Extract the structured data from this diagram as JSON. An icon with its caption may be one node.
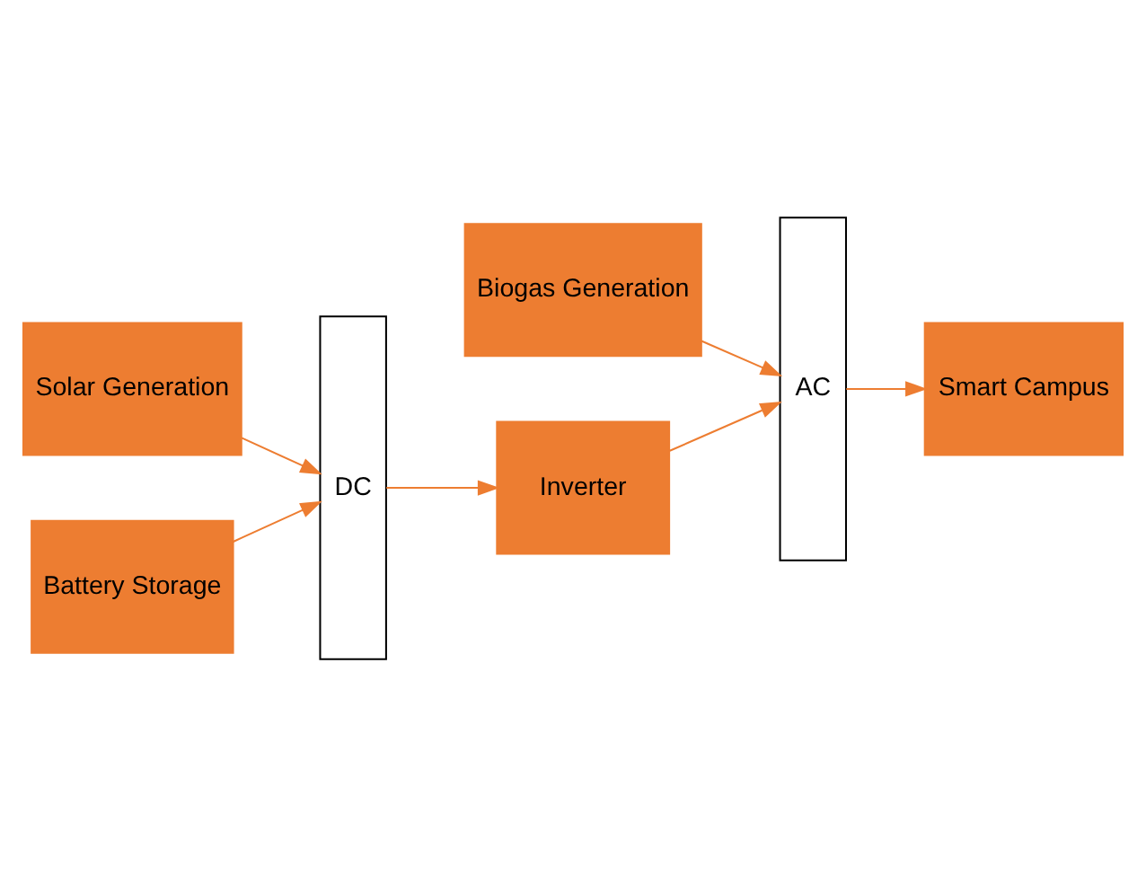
{
  "diagram": {
    "nodes": [
      {
        "text": [
          "AC"
        ]
      },
      {
        "text": [
          "Biogas Generation"
        ]
      },
      {
        "text": [
          "DC"
        ]
      },
      {
        "text": [
          "Smart Campus"
        ]
      },
      {
        "text": [
          "Solar Generation"
        ]
      },
      {
        "text": [
          "Inverter"
        ]
      },
      {
        "text": [
          "Battery Storage"
        ]
      }
    ],
    "edges": [
      {
        "from": 1,
        "to": 0,
        "arrow": "to"
      },
      {
        "from": 0,
        "to": 3,
        "arrow": "to"
      },
      {
        "from": 4,
        "to": 2,
        "arrow": "to"
      },
      {
        "from": 2,
        "to": 5,
        "arrow": "to"
      },
      {
        "from": 5,
        "to": 0,
        "arrow": "to"
      },
      {
        "from": 6,
        "to": 2,
        "arrow": "to"
      }
    ]
  }
}
